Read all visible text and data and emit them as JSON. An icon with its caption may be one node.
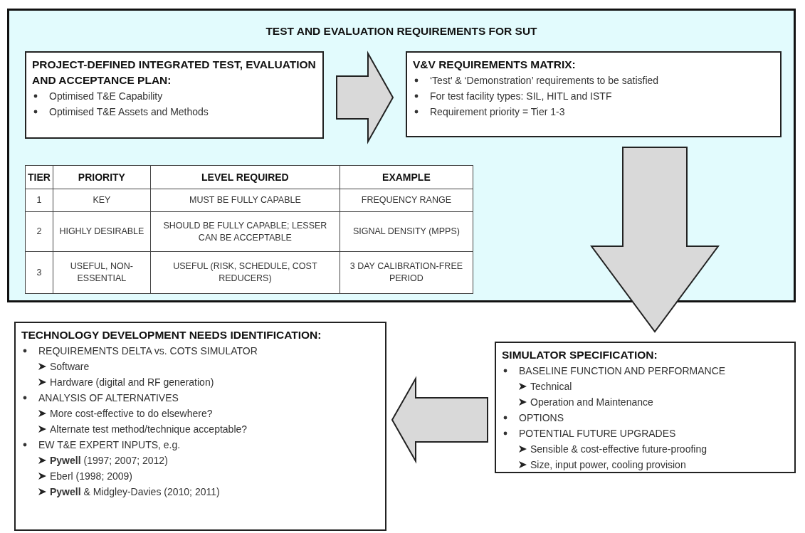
{
  "diagram": {
    "nodes": [
      {
        "text": [
          "TEST AND EVALUATION REQUIREMENTS FOR SUT"
        ]
      },
      {
        "text": [
          "PROJECT-DEFINED INTEGRATED TEST, EVALUATION AND ACCEPTANCE PLAN:",
          "Optimised T&E Capability",
          "Optimised T&E Assets and Methods"
        ],
        "in": 0
      },
      {
        "text": [
          "V&V REQUIREMENTS MATRIX:",
          "‘Test’ & ‘Demonstration’ requirements to be satisfied",
          "For test facility types: SIL, HITL and ISTF",
          "Requirement priority = Tier 1-3"
        ],
        "in": 0
      },
      {
        "text": [
          "TECHNOLOGY DEVELOPMENT NEEDS IDENTIFICATION:",
          "REQUIREMENTS DELTA vs. COTS SIMULATOR",
          "Software",
          "Hardware (digital and RF generation)",
          "ANALYSIS OF ALTERNATIVES",
          "More cost-effective to do elsewhere?",
          "Alternate test method/technique acceptable?",
          "EW T&E EXPERT INPUTS, e.g.",
          "**Pywell** (1997; 2007; 2012)",
          "Eberl (1998; 2009)",
          "**Pywell** & Midgley-Davies (2010; 2011)"
        ]
      },
      {
        "text": [
          "**SIMULATOR SPECIFICATION**:",
          "BASELINE FUNCTION AND PERFORMANCE",
          "Technical",
          "Operation and Maintenance",
          "OPTIONS",
          "POTENTIAL FUTURE UPGRADES",
          "Sensible & cost-effective future-proofing",
          "Size, input power, cooling provision"
        ]
      }
    ],
    "edges": [
      {
        "from": 1,
        "to": 2,
        "arrow": "to",
        "style": "thick"
      },
      {
        "from": 2,
        "to": 4,
        "arrow": "to",
        "style": "thick"
      },
      {
        "from": 4,
        "to": 3,
        "arrow": "to",
        "style": "thick"
      }
    ],
    "labels": [
      "TIER",
      "PRIORITY",
      "LEVEL REQUIRED",
      "EXAMPLE",
      "1",
      "KEY",
      "MUST BE FULLY CAPABLE",
      "FREQUENCY RANGE",
      "2",
      "HIGHLY DESIRABLE",
      "SHOULD BE FULLY CAPABLE; LESSER CAN BE ACCEPTABLE",
      "SIGNAL DENSITY (MPPS)",
      "3",
      "USEFUL, NON-ESSENTIAL",
      "USEFUL (RISK, SCHEDULE, COST REDUCERS)",
      "3 DAY CALIBRATION-FREE PERIOD"
    ]
  }
}
